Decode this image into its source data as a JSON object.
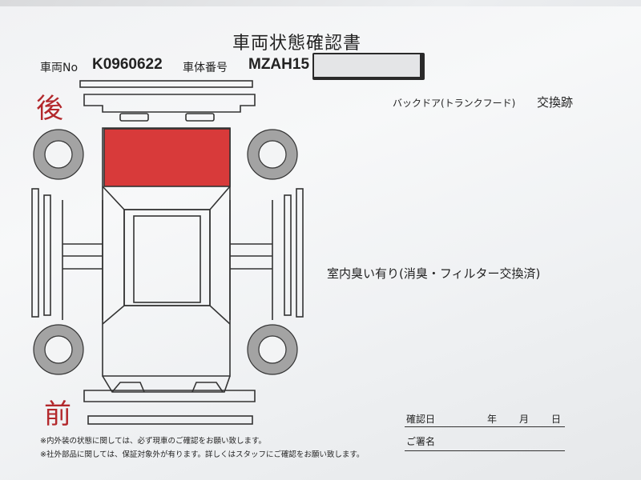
{
  "document": {
    "title": "車両状態確認書",
    "vehicle_no_label": "車両No",
    "vehicle_no": "K0960622",
    "body_no_label": "車体番号",
    "body_no_visible": "MZAH15",
    "rear_label": "後",
    "front_label": "前",
    "damage_color": "#d83a3a",
    "annotations": {
      "backdoor": "バックドア(トランクフード)",
      "backdoor_suffix": "交換跡",
      "interior": "室内臭い有り(消臭・フィルター交換済)"
    },
    "disclaimers": [
      "※内外装の状態に関しては、必ず現車のご確認をお願い致します。",
      "※社外部品に関しては、保証対象外が有ります。詳しくはスタッフにご確認をお願い致します。"
    ],
    "confirm_date_label": "確認日",
    "year_label": "年",
    "month_label": "月",
    "day_label": "日",
    "signature_label": "ご署名"
  }
}
